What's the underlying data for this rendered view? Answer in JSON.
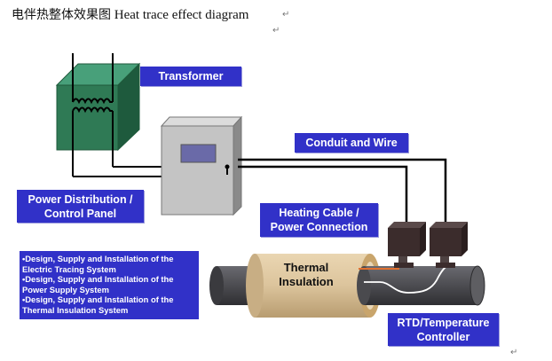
{
  "title": {
    "chinese": "电伴热整体效果图",
    "english": "Heat trace effect diagram",
    "paragraph_mark": "↵"
  },
  "labels": {
    "transformer": "Transformer",
    "conduit": "Conduit and Wire",
    "power_panel": [
      "Power Distribution /",
      "Control Panel"
    ],
    "heating_cable": [
      "Heating Cable /",
      "Power Connection"
    ],
    "rtd": [
      "RTD/Temperature",
      "Controller"
    ],
    "insulation": [
      "Thermal",
      "Insulation"
    ]
  },
  "services": [
    {
      "line1": "•Design, Supply and Installation of the",
      "line2": "Electric Tracing System"
    },
    {
      "line1": "•Design, Supply and Installation of the",
      "line2": "Power Supply System"
    },
    {
      "line1": "•Design, Supply and Installation of the",
      "line2": "Thermal Insulation System"
    }
  ],
  "colors": {
    "label_bg": "#3131c8",
    "transformer": "#2f7a55",
    "panel": "#c4c4c4",
    "insulation": "#dcc49c",
    "pipe": "#4a4a4e",
    "junction_box": "#3b2c2c"
  }
}
